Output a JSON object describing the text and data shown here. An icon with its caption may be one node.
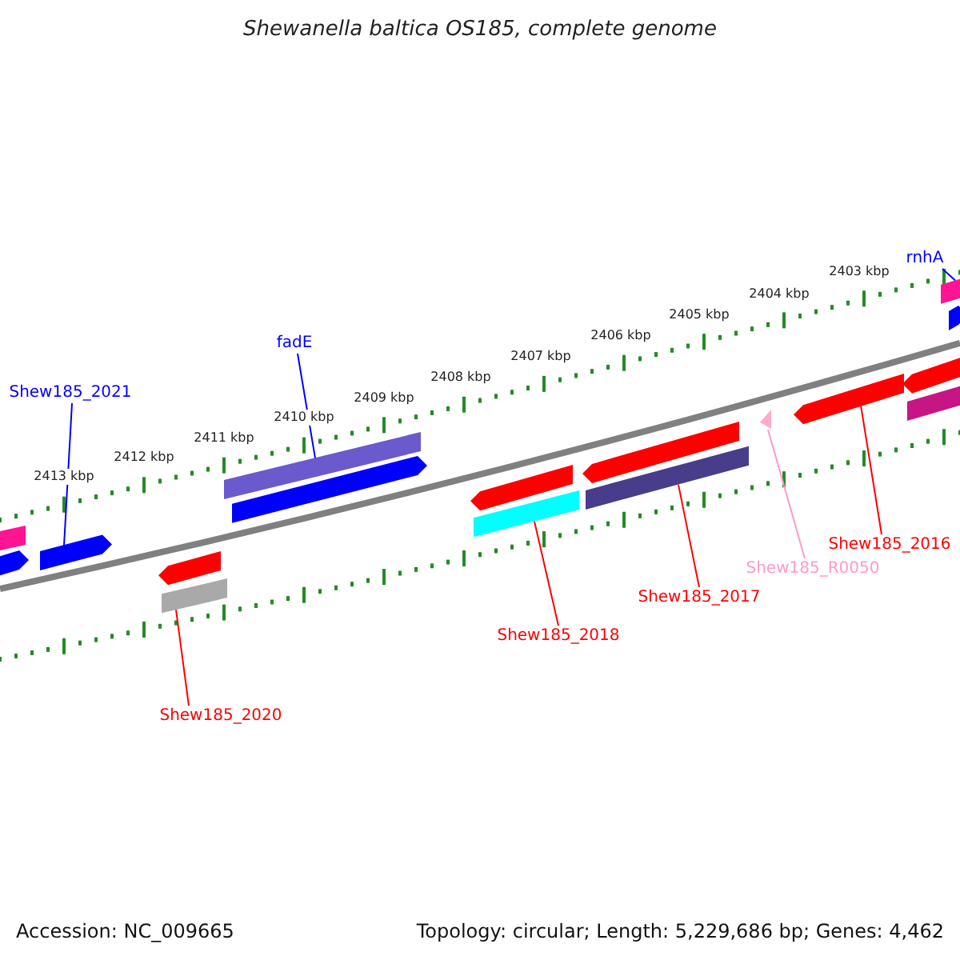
{
  "diagram": {
    "title": "Shewanella baltica OS185, complete genome",
    "nodes": [
      {
        "text": [
          "rnhA"
        ]
      },
      {
        "text": [
          "Shew185_2021"
        ]
      },
      {
        "text": [
          "fadE"
        ]
      },
      {
        "text": [
          "Shew185_2020"
        ]
      },
      {
        "text": [
          "Shew185_2018"
        ]
      },
      {
        "text": [
          "Shew185_2017"
        ]
      },
      {
        "text": [
          "Shew185_R0050"
        ]
      },
      {
        "text": [
          "Shew185_2016"
        ]
      },
      {
        "text": [],
        "shape": "bar"
      },
      {
        "text": [],
        "shape": "pentagon"
      },
      {
        "text": [],
        "shape": "pentagon"
      },
      {
        "text": [],
        "shape": "pentagon"
      },
      {
        "text": [],
        "shape": "bar"
      },
      {
        "text": [],
        "shape": "bar"
      },
      {
        "text": [],
        "shape": "pentagon"
      },
      {
        "text": [],
        "shape": "pentagon"
      },
      {
        "text": [],
        "shape": "bar"
      },
      {
        "text": [],
        "shape": "pentagon"
      },
      {
        "text": [],
        "shape": "bar"
      },
      {
        "text": [],
        "shape": "triangle"
      },
      {
        "text": [],
        "shape": "pentagon"
      },
      {
        "text": [],
        "shape": "pentagon"
      },
      {
        "text": [],
        "shape": "bar"
      },
      {
        "text": [],
        "shape": "bar"
      },
      {
        "text": [],
        "shape": "pentagon"
      }
    ],
    "edges": [
      {
        "from": 0,
        "to": 23,
        "arrow": "none",
        "color": "#0000ff"
      },
      {
        "from": 1,
        "to": 10,
        "arrow": "none",
        "color": "#0000ff"
      },
      {
        "from": 2,
        "to": 13,
        "arrow": "none",
        "color": "#0000ff"
      },
      {
        "from": 3,
        "to": 12,
        "arrow": "none"
      },
      {
        "from": 4,
        "to": 16,
        "arrow": "none"
      },
      {
        "from": 5,
        "to": 18,
        "arrow": "none"
      },
      {
        "from": 6,
        "to": 19,
        "arrow": "none",
        "color": "#ff99cc"
      },
      {
        "from": 7,
        "to": 20,
        "arrow": "none"
      }
    ],
    "labels": [
      "2403 kbp",
      "2404 kbp",
      "2405 kbp",
      "2406 kbp",
      "2407 kbp",
      "2408 kbp",
      "2409 kbp",
      "2410 kbp",
      "2411 kbp",
      "2412 kbp",
      "2413 kbp",
      "Accession: NC_009665",
      "Topology: circular; Length: 5,229,686 bp; Genes: 4,462"
    ]
  }
}
